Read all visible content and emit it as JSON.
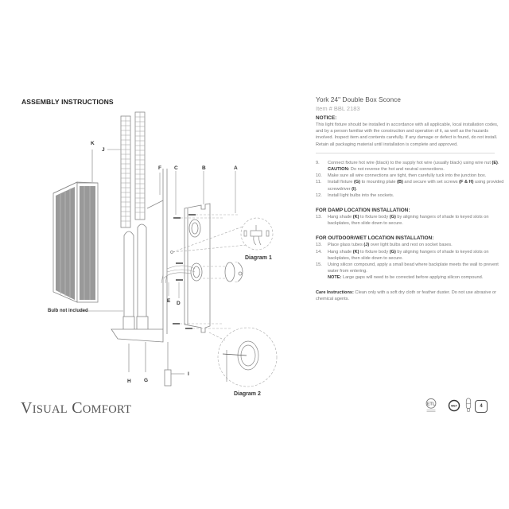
{
  "left": {
    "title": "ASSEMBLY INSTRUCTIONS",
    "labels": {
      "K": "K",
      "J": "J",
      "F": "F",
      "C": "C",
      "B": "B",
      "A": "A",
      "E": "E",
      "D": "D",
      "H": "H",
      "G": "G",
      "I": "I"
    },
    "bulb_note": "Bulb not included",
    "diagram1": "Diagram 1",
    "diagram2": "Diagram 2",
    "brand_v": "V",
    "brand_isual": "ISUAL",
    "brand_c": "C",
    "brand_omfort": "OMFORT"
  },
  "right": {
    "product_title": "York 24\" Double Box Sconce",
    "item_number": "Item # BBL 2183",
    "notice_heading": "NOTICE:",
    "notice_body": "This light fixture should be installed in accordance with all applicable, local installation codes, and by a person familiar with the construction and operation of it, as well as the hazards involved. Inspect item and contents carefully. If any damage or defect is found, do not install. Retain all packaging material until installation is complete and approved.",
    "steps": [
      {
        "num": "9.",
        "pre": "Connect fixture hot wire (black) to the supply hot wire (usually black) using wire nut ",
        "bold": "(E)",
        "post": ".",
        "caution_label": "CAUTION:",
        "caution_text": " Do not reverse the hot and neutral connections."
      },
      {
        "num": "10.",
        "text": "Make sure all wire connections are tight, then carefully tuck into the junction box."
      },
      {
        "num": "11.",
        "p1": "Install fixture ",
        "b1": "(G)",
        "p2": " to mounting plate ",
        "b2": "(B)",
        "p3": " and secure with set screws ",
        "b3": "(F & H)",
        "p4": " using provided screwdriver ",
        "b4": "(I)",
        "p5": "."
      },
      {
        "num": "12.",
        "text": "Install light bulbs into the sockets."
      }
    ],
    "damp_heading": "FOR DAMP LOCATION INSTALLATION:",
    "damp_steps": [
      {
        "num": "13.",
        "p1": "Hang shade ",
        "b1": "(K)",
        "p2": " to fixture body ",
        "b2": "(G)",
        "p3": " by aligning hangers of shade to keyed slots on backplates, then slide down to secure."
      }
    ],
    "wet_heading": "FOR OUTDOOR/WET LOCATION INSTALLATION:",
    "wet_steps": [
      {
        "num": "13.",
        "p1": "Place glass tubes ",
        "b1": "(J)",
        "p2": " over light bulbs and rest on socket bases."
      },
      {
        "num": "14.",
        "p1": "Hang shade ",
        "b1": "(K)",
        "p2": " to fixture body ",
        "b2": "(G)",
        "p3": " by aligning hangers of shade to keyed slots on backplates, then slide down to secure."
      },
      {
        "num": "15.",
        "text": "Using silicon compound, apply a small bead where backplate meets the wall to prevent water from entering.",
        "note_label": "NOTE:",
        "note_text": " Large gaps will need to be corrected before applying silicon compound."
      }
    ],
    "care_label": "Care Instructions:",
    "care_text": " Clean only with a soft dry cloth or feather duster. Do not use abrasive or chemical agents."
  },
  "certifications": {
    "etl": "ETL",
    "wet": "WET",
    "bulb_count": "4"
  }
}
